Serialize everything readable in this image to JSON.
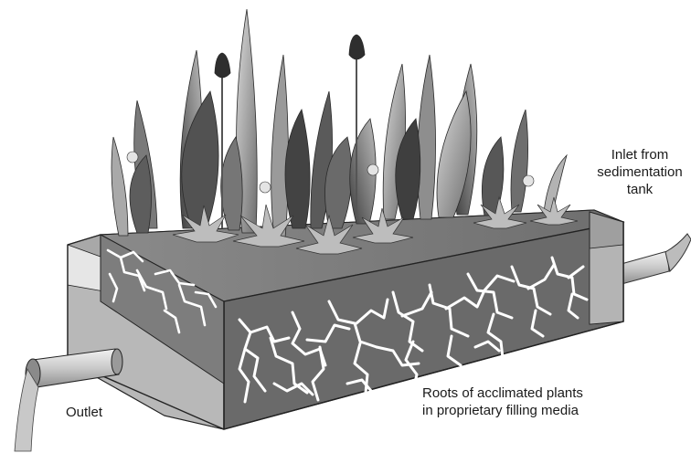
{
  "labels": {
    "inlet_line1": "Inlet from",
    "inlet_line2": "sedimentation",
    "inlet_line3": "tank",
    "outlet": "Outlet",
    "roots_line1": "Roots of acclimated plants",
    "roots_line2": "in proprietary filling media"
  },
  "colors": {
    "tank_front": "#6a6a6a",
    "tank_side": "#9a9a9a",
    "water": "#b5b5b5",
    "soil": "#7c7c7c",
    "roots": "#ffffff",
    "leaf_dark": "#4a4a4a",
    "leaf_mid": "#8a8a8a",
    "leaf_light": "#c8c8c8",
    "pipe": "#d9d9d9"
  }
}
